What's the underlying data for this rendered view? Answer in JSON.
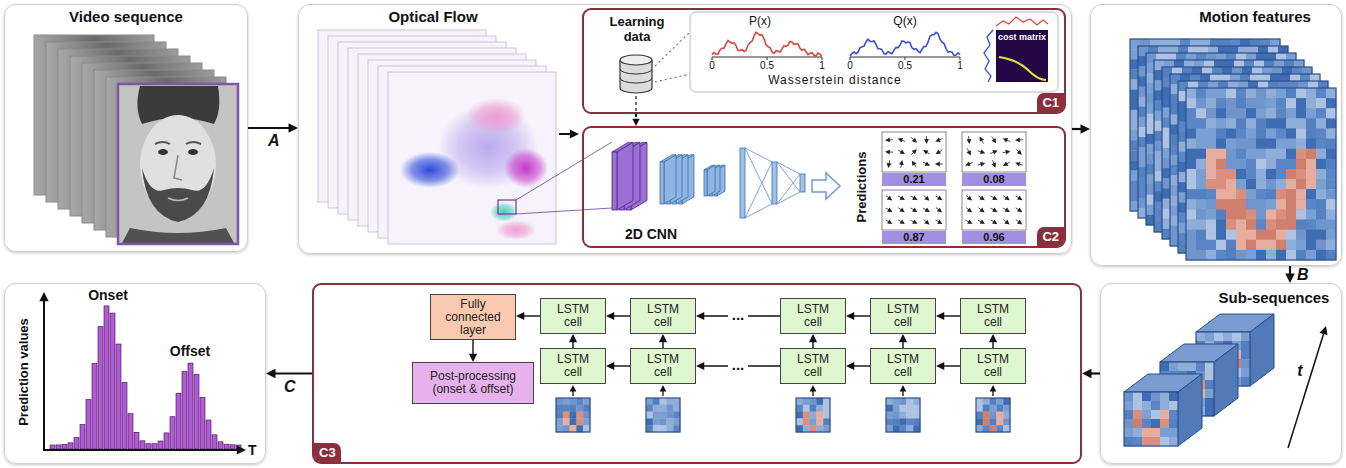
{
  "diagram": {
    "nodes": [
      {
        "text": [
          "Video sequence"
        ]
      },
      {
        "text": [
          "Optical Flow"
        ]
      },
      {
        "text": [
          "Learning data",
          "C1"
        ],
        "in": 1
      },
      {
        "text": [
          "2D CNN",
          "Predictions",
          "C2"
        ],
        "in": 1
      },
      {
        "text": [
          "Motion features"
        ]
      },
      {
        "text": [
          "Sub-sequences"
        ]
      },
      {
        "text": [
          "C3"
        ]
      },
      {
        "text": [
          "Fully connected layer"
        ],
        "in": 6
      },
      {
        "text": [
          "Post-processing (onset & offset)"
        ],
        "in": 6
      },
      {
        "text": [
          "LSTM cell"
        ],
        "in": 6
      },
      {
        "text": [
          "LSTM cell"
        ],
        "in": 6
      },
      {
        "text": [
          "LSTM cell"
        ],
        "in": 6
      },
      {
        "text": [
          "LSTM cell"
        ],
        "in": 6
      },
      {
        "text": [
          "LSTM cell"
        ],
        "in": 6
      },
      {
        "text": [
          "LSTM cell"
        ],
        "in": 6
      },
      {
        "text": [
          "LSTM cell"
        ],
        "in": 6
      },
      {
        "text": [
          "LSTM cell"
        ],
        "in": 6
      },
      {
        "text": [
          "LSTM cell"
        ],
        "in": 6
      },
      {
        "text": [
          "LSTM cell"
        ],
        "in": 6
      },
      {
        "text": [
          "Onset",
          "Offset",
          "Prediction values",
          "T"
        ]
      }
    ],
    "edges": [
      {
        "from": 0,
        "to": 1,
        "label": "A",
        "arrow": "to"
      },
      {
        "from": 1,
        "to": 4,
        "arrow": "to"
      },
      {
        "from": 2,
        "to": 3,
        "arrow": "to"
      },
      {
        "from": 4,
        "to": 5,
        "label": "B",
        "arrow": "to"
      },
      {
        "from": 5,
        "to": 6,
        "arrow": "to"
      },
      {
        "from": 6,
        "to": 19,
        "label": "C",
        "arrow": "to"
      },
      {
        "from": 13,
        "to": 12,
        "arrow": "to"
      },
      {
        "from": 12,
        "to": 11,
        "arrow": "to"
      },
      {
        "from": 11,
        "to": 10,
        "arrow": "to"
      },
      {
        "from": 10,
        "to": 9,
        "arrow": "to"
      },
      {
        "from": 9,
        "to": 7,
        "arrow": "to"
      },
      {
        "from": 7,
        "to": 8,
        "arrow": "to"
      },
      {
        "from": 18,
        "to": 17,
        "arrow": "to"
      },
      {
        "from": 17,
        "to": 16,
        "arrow": "to"
      },
      {
        "from": 16,
        "to": 15,
        "arrow": "to"
      },
      {
        "from": 15,
        "to": 14,
        "arrow": "to"
      },
      {
        "from": 14,
        "to": 9,
        "arrow": "to"
      },
      {
        "from": 15,
        "to": 10,
        "arrow": "to"
      },
      {
        "from": 16,
        "to": 11,
        "arrow": "to"
      },
      {
        "from": 17,
        "to": 12,
        "arrow": "to"
      },
      {
        "from": 18,
        "to": 13,
        "arrow": "to"
      }
    ],
    "labels": [
      "P(x)",
      "0",
      "0.5",
      "1",
      "Q(x)",
      "0",
      "0.5",
      "1",
      "Wasserstein distance",
      "cost matrix",
      "0.21",
      "0.08",
      "0.87",
      "0.96",
      "...",
      "...",
      "t"
    ]
  }
}
